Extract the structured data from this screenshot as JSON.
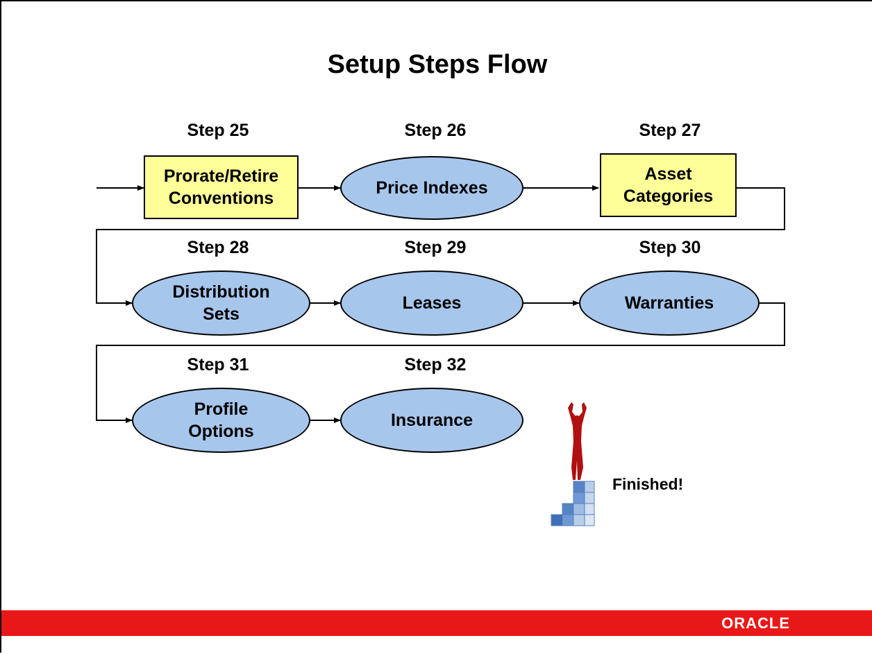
{
  "title": "Setup Steps Flow",
  "steps": [
    {
      "step": "Step 25",
      "name": "Prorate/Retire\nConventions",
      "shape": "rectangle"
    },
    {
      "step": "Step 26",
      "name": "Price Indexes",
      "shape": "ellipse"
    },
    {
      "step": "Step 27",
      "name": "Asset\nCategories",
      "shape": "rectangle"
    },
    {
      "step": "Step 28",
      "name": "Distribution\nSets",
      "shape": "ellipse"
    },
    {
      "step": "Step 29",
      "name": "Leases",
      "shape": "ellipse"
    },
    {
      "step": "Step 30",
      "name": "Warranties",
      "shape": "ellipse"
    },
    {
      "step": "Step 31",
      "name": "Profile\nOptions",
      "shape": "ellipse"
    },
    {
      "step": "Step 32",
      "name": "Insurance",
      "shape": "ellipse"
    }
  ],
  "finished": {
    "label": "Finished!",
    "icon": "person-on-blocks-icon"
  },
  "footer": {
    "logo": "ORACLE"
  },
  "colors": {
    "rectangle_fill": "#ffff99",
    "ellipse_fill": "#a7c6ec",
    "footer_bar": "#e81818"
  }
}
